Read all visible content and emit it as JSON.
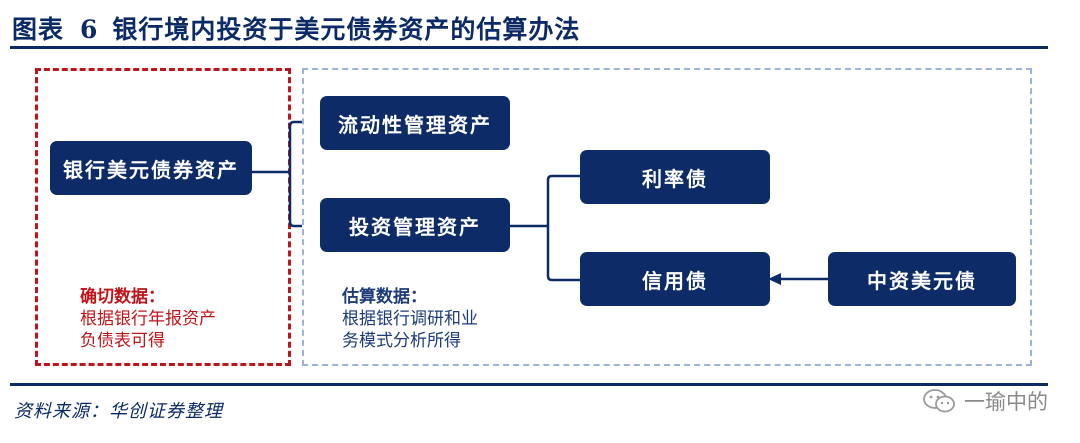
{
  "header": {
    "prefix": "图表",
    "number": "6",
    "title": "银行境内投资于美元债券资产的估算办法"
  },
  "nodes": {
    "root": "银行美元债券资产",
    "liquidity": "流动性管理资产",
    "investment": "投资管理资产",
    "rate_bond": "利率债",
    "credit_bond": "信用债",
    "china_usd_bond": "中资美元债"
  },
  "notes": {
    "exact_head": "确切数据：",
    "exact_body_1": "根据银行年报资产",
    "exact_body_2": "负债表可得",
    "estimate_head": "估算数据：",
    "estimate_body_1": "根据银行调研和业",
    "estimate_body_2": "务模式分析所得"
  },
  "footer": {
    "source": "资料来源：华创证券整理",
    "watermark": "一瑜中的"
  },
  "colors": {
    "navy": "#0d2b66",
    "red": "#c0141b",
    "dash_blue": "#9fb3d6"
  }
}
